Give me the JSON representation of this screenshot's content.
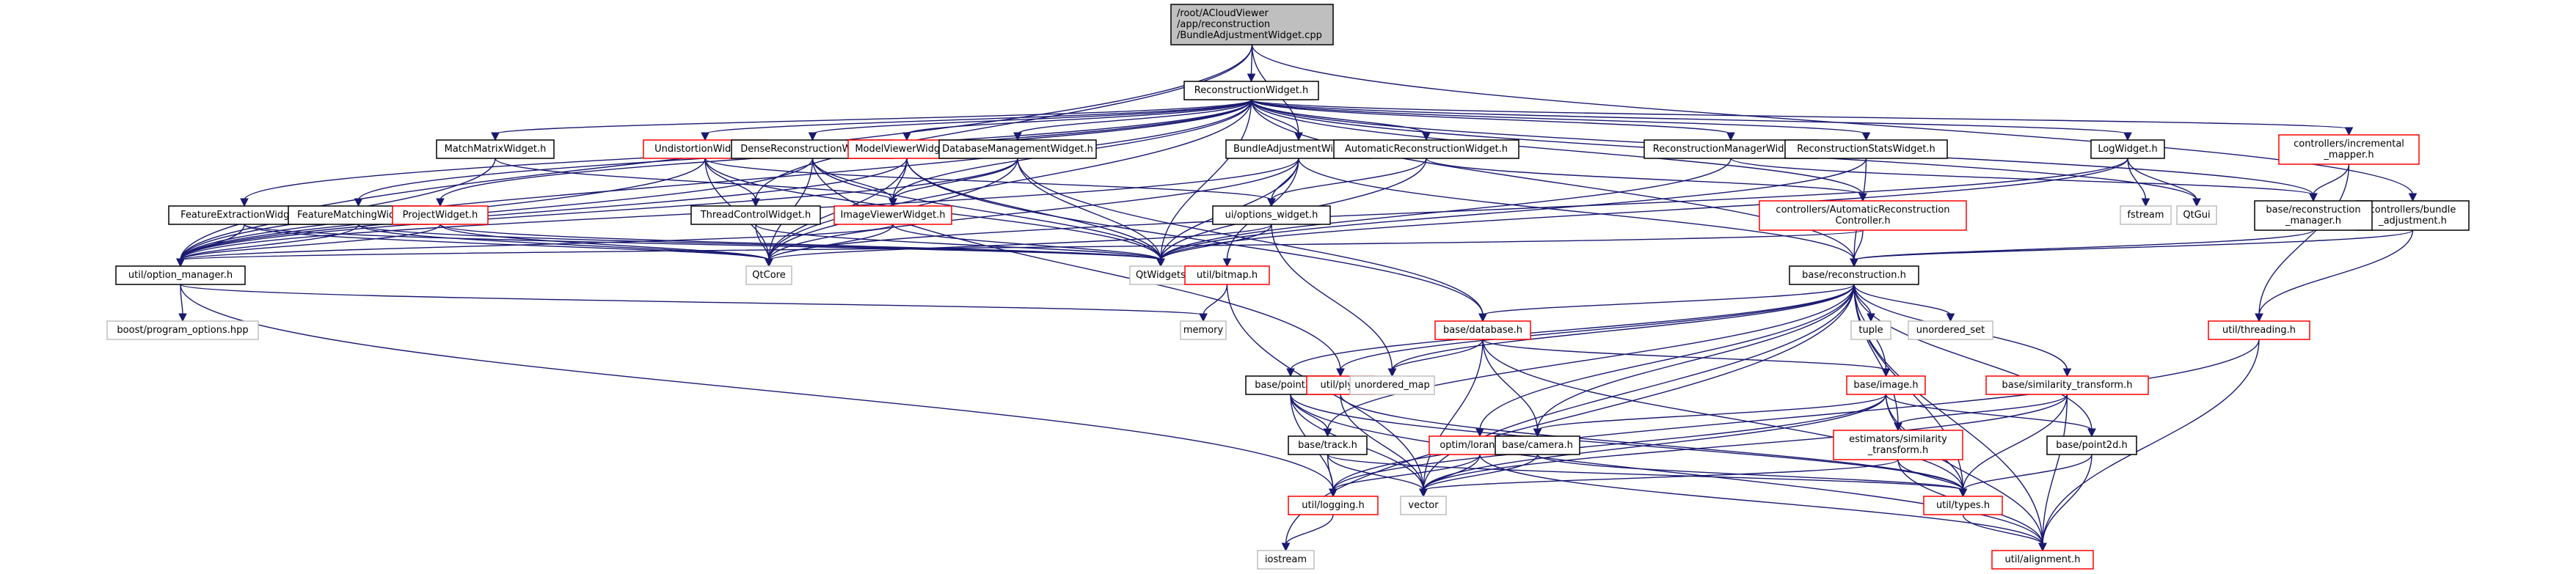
{
  "graph": {
    "type": "include-dependency-graph",
    "edge_color": "#191970",
    "legend": {
      "root_fill": "#bfbfbf",
      "documented_border": "#000000",
      "truncated_border": "#ff0000",
      "external_border": "#bfbfbf"
    },
    "nodes": {
      "root": {
        "lines": [
          "/root/ACloudViewer",
          "/app/reconstruction",
          "/BundleAdjustmentWidget.cpp"
        ],
        "kind": "root"
      },
      "reconstruction_widget": {
        "lines": [
          "ReconstructionWidget.h"
        ],
        "kind": "normal"
      },
      "match_matrix_widget": {
        "lines": [
          "MatchMatrixWidget.h"
        ],
        "kind": "normal"
      },
      "undistortion_widget": {
        "lines": [
          "UndistortionWidget.h"
        ],
        "kind": "red"
      },
      "dense_reconstruction_widget": {
        "lines": [
          "DenseReconstructionWidget.h"
        ],
        "kind": "normal"
      },
      "model_viewer_widget": {
        "lines": [
          "ModelViewerWidget.h"
        ],
        "kind": "red"
      },
      "database_management_widget": {
        "lines": [
          "DatabaseManagementWidget.h"
        ],
        "kind": "normal"
      },
      "bundle_adjustment_widget": {
        "lines": [
          "BundleAdjustmentWidget.h"
        ],
        "kind": "normal"
      },
      "automatic_reconstruction_widget": {
        "lines": [
          "AutomaticReconstructionWidget.h"
        ],
        "kind": "normal"
      },
      "reconstruction_manager_widget": {
        "lines": [
          "ReconstructionManagerWidget.h"
        ],
        "kind": "normal"
      },
      "reconstruction_stats_widget": {
        "lines": [
          "ReconstructionStatsWidget.h"
        ],
        "kind": "normal"
      },
      "log_widget": {
        "lines": [
          "LogWidget.h"
        ],
        "kind": "normal"
      },
      "incremental_mapper": {
        "lines": [
          "controllers/incremental",
          "_mapper.h"
        ],
        "kind": "red"
      },
      "bundle_adjustment_ctrl": {
        "lines": [
          "controllers/bundle",
          "_adjustment.h"
        ],
        "kind": "normal"
      },
      "feature_extraction_widget": {
        "lines": [
          "FeatureExtractionWidget.h"
        ],
        "kind": "normal"
      },
      "feature_matching_widget": {
        "lines": [
          "FeatureMatchingWidget.h"
        ],
        "kind": "normal"
      },
      "project_widget": {
        "lines": [
          "ProjectWidget.h"
        ],
        "kind": "red"
      },
      "thread_control_widget": {
        "lines": [
          "ThreadControlWidget.h"
        ],
        "kind": "normal"
      },
      "image_viewer_widget": {
        "lines": [
          "ImageViewerWidget.h"
        ],
        "kind": "red"
      },
      "options_widget": {
        "lines": [
          "ui/options_widget.h"
        ],
        "kind": "normal"
      },
      "auto_recon_controller": {
        "lines": [
          "controllers/AutomaticReconstruction",
          "Controller.h"
        ],
        "kind": "red"
      },
      "fstream": {
        "lines": [
          "fstream"
        ],
        "kind": "ext"
      },
      "qtgui": {
        "lines": [
          "QtGui"
        ],
        "kind": "ext"
      },
      "reconstruction_manager": {
        "lines": [
          "base/reconstruction",
          "_manager.h"
        ],
        "kind": "normal"
      },
      "option_manager": {
        "lines": [
          "util/option_manager.h"
        ],
        "kind": "normal"
      },
      "qtcore": {
        "lines": [
          "QtCore"
        ],
        "kind": "ext"
      },
      "qtwidgets": {
        "lines": [
          "QtWidgets"
        ],
        "kind": "ext"
      },
      "bitmap": {
        "lines": [
          "util/bitmap.h"
        ],
        "kind": "red"
      },
      "base_reconstruction": {
        "lines": [
          "base/reconstruction.h"
        ],
        "kind": "normal"
      },
      "threading": {
        "lines": [
          "util/threading.h"
        ],
        "kind": "red"
      },
      "boost_program_options": {
        "lines": [
          "boost/program_options.hpp"
        ],
        "kind": "ext"
      },
      "memory": {
        "lines": [
          "memory"
        ],
        "kind": "ext"
      },
      "database": {
        "lines": [
          "base/database.h"
        ],
        "kind": "red"
      },
      "tuple": {
        "lines": [
          "tuple"
        ],
        "kind": "ext"
      },
      "unordered_set": {
        "lines": [
          "unordered_set"
        ],
        "kind": "ext"
      },
      "point3d": {
        "lines": [
          "base/point3d.h"
        ],
        "kind": "normal"
      },
      "ply": {
        "lines": [
          "util/ply.h"
        ],
        "kind": "red"
      },
      "unordered_map": {
        "lines": [
          "unordered_map"
        ],
        "kind": "ext"
      },
      "image": {
        "lines": [
          "base/image.h"
        ],
        "kind": "red"
      },
      "similarity_transform": {
        "lines": [
          "base/similarity_transform.h"
        ],
        "kind": "red"
      },
      "track": {
        "lines": [
          "base/track.h"
        ],
        "kind": "normal"
      },
      "loransac": {
        "lines": [
          "optim/loransac.h"
        ],
        "kind": "red"
      },
      "camera": {
        "lines": [
          "base/camera.h"
        ],
        "kind": "normal"
      },
      "est_similarity_transform": {
        "lines": [
          "estimators/similarity",
          "_transform.h"
        ],
        "kind": "red"
      },
      "point2d": {
        "lines": [
          "base/point2d.h"
        ],
        "kind": "normal"
      },
      "logging": {
        "lines": [
          "util/logging.h"
        ],
        "kind": "red"
      },
      "vector": {
        "lines": [
          "vector"
        ],
        "kind": "ext"
      },
      "types": {
        "lines": [
          "util/types.h"
        ],
        "kind": "red"
      },
      "iostream": {
        "lines": [
          "iostream"
        ],
        "kind": "ext"
      },
      "alignment": {
        "lines": [
          "util/alignment.h"
        ],
        "kind": "red"
      }
    },
    "edges": [
      [
        "root",
        "reconstruction_widget"
      ],
      [
        "root",
        "bundle_adjustment_widget"
      ],
      [
        "root",
        "option_manager"
      ],
      [
        "root",
        "bundle_adjustment_ctrl"
      ],
      [
        "root",
        "thread_control_widget"
      ],
      [
        "reconstruction_widget",
        "match_matrix_widget"
      ],
      [
        "reconstruction_widget",
        "undistortion_widget"
      ],
      [
        "reconstruction_widget",
        "dense_reconstruction_widget"
      ],
      [
        "reconstruction_widget",
        "model_viewer_widget"
      ],
      [
        "reconstruction_widget",
        "database_management_widget"
      ],
      [
        "reconstruction_widget",
        "bundle_adjustment_widget"
      ],
      [
        "reconstruction_widget",
        "automatic_reconstruction_widget"
      ],
      [
        "reconstruction_widget",
        "reconstruction_manager_widget"
      ],
      [
        "reconstruction_widget",
        "reconstruction_stats_widget"
      ],
      [
        "reconstruction_widget",
        "log_widget"
      ],
      [
        "reconstruction_widget",
        "incremental_mapper"
      ],
      [
        "reconstruction_widget",
        "feature_extraction_widget"
      ],
      [
        "reconstruction_widget",
        "feature_matching_widget"
      ],
      [
        "reconstruction_widget",
        "project_widget"
      ],
      [
        "reconstruction_widget",
        "option_manager"
      ],
      [
        "reconstruction_widget",
        "qtcore"
      ],
      [
        "reconstruction_widget",
        "qtwidgets"
      ],
      [
        "reconstruction_widget",
        "qtgui"
      ],
      [
        "reconstruction_widget",
        "reconstruction_manager"
      ],
      [
        "reconstruction_widget",
        "base_reconstruction"
      ],
      [
        "reconstruction_widget",
        "auto_recon_controller"
      ],
      [
        "reconstruction_widget",
        "image_viewer_widget"
      ],
      [
        "match_matrix_widget",
        "option_manager"
      ],
      [
        "match_matrix_widget",
        "image_viewer_widget"
      ],
      [
        "undistortion_widget",
        "option_manager"
      ],
      [
        "undistortion_widget",
        "thread_control_widget"
      ],
      [
        "undistortion_widget",
        "qtcore"
      ],
      [
        "undistortion_widget",
        "qtwidgets"
      ],
      [
        "undistortion_widget",
        "options_widget"
      ],
      [
        "dense_reconstruction_widget",
        "option_manager"
      ],
      [
        "dense_reconstruction_widget",
        "image_viewer_widget"
      ],
      [
        "dense_reconstruction_widget",
        "qtcore"
      ],
      [
        "dense_reconstruction_widget",
        "qtwidgets"
      ],
      [
        "dense_reconstruction_widget",
        "ply"
      ],
      [
        "model_viewer_widget",
        "image_viewer_widget"
      ],
      [
        "model_viewer_widget",
        "qtcore"
      ],
      [
        "model_viewer_widget",
        "qtwidgets"
      ],
      [
        "model_viewer_widget",
        "option_manager"
      ],
      [
        "model_viewer_widget",
        "database"
      ],
      [
        "database_management_widget",
        "image_viewer_widget"
      ],
      [
        "database_management_widget",
        "qtcore"
      ],
      [
        "database_management_widget",
        "qtwidgets"
      ],
      [
        "database_management_widget",
        "database"
      ],
      [
        "database_management_widget",
        "option_manager"
      ],
      [
        "bundle_adjustment_widget",
        "options_widget"
      ],
      [
        "bundle_adjustment_widget",
        "qtwidgets"
      ],
      [
        "bundle_adjustment_widget",
        "qtcore"
      ],
      [
        "bundle_adjustment_widget",
        "base_reconstruction"
      ],
      [
        "bundle_adjustment_widget",
        "option_manager"
      ],
      [
        "bundle_adjustment_widget",
        "bitmap"
      ],
      [
        "automatic_reconstruction_widget",
        "options_widget"
      ],
      [
        "automatic_reconstruction_widget",
        "auto_recon_controller"
      ],
      [
        "automatic_reconstruction_widget",
        "qtwidgets"
      ],
      [
        "reconstruction_manager_widget",
        "qtwidgets"
      ],
      [
        "reconstruction_manager_widget",
        "reconstruction_manager"
      ],
      [
        "reconstruction_stats_widget",
        "qtwidgets"
      ],
      [
        "reconstruction_stats_widget",
        "base_reconstruction"
      ],
      [
        "log_widget",
        "fstream"
      ],
      [
        "log_widget",
        "qtgui"
      ],
      [
        "log_widget",
        "qtwidgets"
      ],
      [
        "log_widget",
        "qtcore"
      ],
      [
        "incremental_mapper",
        "reconstruction_manager"
      ],
      [
        "incremental_mapper",
        "threading"
      ],
      [
        "bundle_adjustment_ctrl",
        "threading"
      ],
      [
        "bundle_adjustment_ctrl",
        "base_reconstruction"
      ],
      [
        "feature_extraction_widget",
        "option_manager"
      ],
      [
        "feature_extraction_widget",
        "qtwidgets"
      ],
      [
        "feature_extraction_widget",
        "qtcore"
      ],
      [
        "feature_matching_widget",
        "option_manager"
      ],
      [
        "feature_matching_widget",
        "qtwidgets"
      ],
      [
        "feature_matching_widget",
        "qtcore"
      ],
      [
        "project_widget",
        "option_manager"
      ],
      [
        "project_widget",
        "qtwidgets"
      ],
      [
        "project_widget",
        "qtcore"
      ],
      [
        "thread_control_widget",
        "qtcore"
      ],
      [
        "thread_control_widget",
        "qtwidgets"
      ],
      [
        "image_viewer_widget",
        "qtcore"
      ],
      [
        "image_viewer_widget",
        "qtwidgets"
      ],
      [
        "image_viewer_widget",
        "option_manager"
      ],
      [
        "options_widget",
        "qtwidgets"
      ],
      [
        "options_widget",
        "qtcore"
      ],
      [
        "options_widget",
        "unordered_map"
      ],
      [
        "auto_recon_controller",
        "option_manager"
      ],
      [
        "auto_recon_controller",
        "base_reconstruction"
      ],
      [
        "reconstruction_manager",
        "base_reconstruction"
      ],
      [
        "option_manager",
        "boost_program_options"
      ],
      [
        "option_manager",
        "memory"
      ],
      [
        "option_manager",
        "logging"
      ],
      [
        "bitmap",
        "memory"
      ],
      [
        "bitmap",
        "vector"
      ],
      [
        "base_reconstruction",
        "database"
      ],
      [
        "base_reconstruction",
        "tuple"
      ],
      [
        "base_reconstruction",
        "unordered_set"
      ],
      [
        "base_reconstruction",
        "point3d"
      ],
      [
        "base_reconstruction",
        "unordered_map"
      ],
      [
        "base_reconstruction",
        "image"
      ],
      [
        "base_reconstruction",
        "similarity_transform"
      ],
      [
        "base_reconstruction",
        "track"
      ],
      [
        "base_reconstruction",
        "camera"
      ],
      [
        "base_reconstruction",
        "est_similarity_transform"
      ],
      [
        "base_reconstruction",
        "point2d"
      ],
      [
        "base_reconstruction",
        "vector"
      ],
      [
        "base_reconstruction",
        "types"
      ],
      [
        "base_reconstruction",
        "alignment"
      ],
      [
        "base_reconstruction",
        "loransac"
      ],
      [
        "base_reconstruction",
        "iostream"
      ],
      [
        "base_reconstruction",
        "ply"
      ],
      [
        "threading",
        "logging"
      ],
      [
        "threading",
        "alignment"
      ],
      [
        "database",
        "unordered_map"
      ],
      [
        "database",
        "image"
      ],
      [
        "database",
        "camera"
      ],
      [
        "database",
        "vector"
      ],
      [
        "database",
        "types"
      ],
      [
        "point3d",
        "track"
      ],
      [
        "point3d",
        "logging"
      ],
      [
        "point3d",
        "vector"
      ],
      [
        "point3d",
        "alignment"
      ],
      [
        "point3d",
        "types"
      ],
      [
        "ply",
        "vector"
      ],
      [
        "ply",
        "types"
      ],
      [
        "image",
        "camera"
      ],
      [
        "image",
        "point2d"
      ],
      [
        "image",
        "logging"
      ],
      [
        "image",
        "types"
      ],
      [
        "image",
        "vector"
      ],
      [
        "image",
        "alignment"
      ],
      [
        "similarity_transform",
        "est_similarity_transform"
      ],
      [
        "similarity_transform",
        "types"
      ],
      [
        "similarity_transform",
        "vector"
      ],
      [
        "similarity_transform",
        "alignment"
      ],
      [
        "track",
        "logging"
      ],
      [
        "track",
        "vector"
      ],
      [
        "track",
        "types"
      ],
      [
        "loransac",
        "logging"
      ],
      [
        "loransac",
        "vector"
      ],
      [
        "loransac",
        "alignment"
      ],
      [
        "camera",
        "vector"
      ],
      [
        "camera",
        "types"
      ],
      [
        "est_similarity_transform",
        "vector"
      ],
      [
        "est_similarity_transform",
        "types"
      ],
      [
        "est_similarity_transform",
        "alignment"
      ],
      [
        "point2d",
        "types"
      ],
      [
        "point2d",
        "alignment"
      ],
      [
        "logging",
        "iostream"
      ],
      [
        "types",
        "alignment"
      ]
    ]
  }
}
